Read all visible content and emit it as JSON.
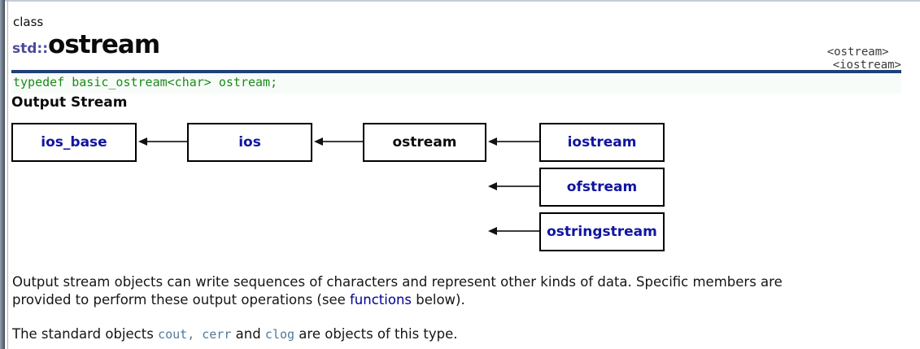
{
  "page": {
    "kind_label": "class",
    "title_namespace": "std::",
    "title_name": "ostream",
    "headers": [
      {
        "label": "<ostream>"
      },
      {
        "label": "<iostream>"
      }
    ],
    "typedef_line": "typedef basic_ostream<char> ostream;",
    "section_heading": "Output Stream"
  },
  "inheritance": {
    "boxes": [
      {
        "label": "ios_base"
      },
      {
        "label": "ios"
      },
      {
        "label": "ostream"
      },
      {
        "label": "iostream"
      },
      {
        "label": "ofstream"
      },
      {
        "label": "ostringstream"
      }
    ]
  },
  "description": {
    "line1": "Output stream objects can write sequences of characters and represent other kinds of data. Specific members are",
    "line2_before_link": "provided to perform these output operations (see ",
    "link_functions": "functions",
    "line2_after_link": " below)."
  },
  "standard_objects": {
    "before": "The standard objects ",
    "code1": "cout",
    "sep1": ", ",
    "code2": "cerr",
    "mid": " and ",
    "code3": "clog",
    "after": " are objects of this type."
  },
  "colors": {
    "accent_rule": "#1e4077",
    "code_green": "#1d8a1d",
    "namespace_blue": "#4b4b9d",
    "box_link_navy": "#0f15a0",
    "text_link_navy": "#00008f",
    "code_link_slate": "#517a99",
    "frame_gray": "#454c56"
  }
}
